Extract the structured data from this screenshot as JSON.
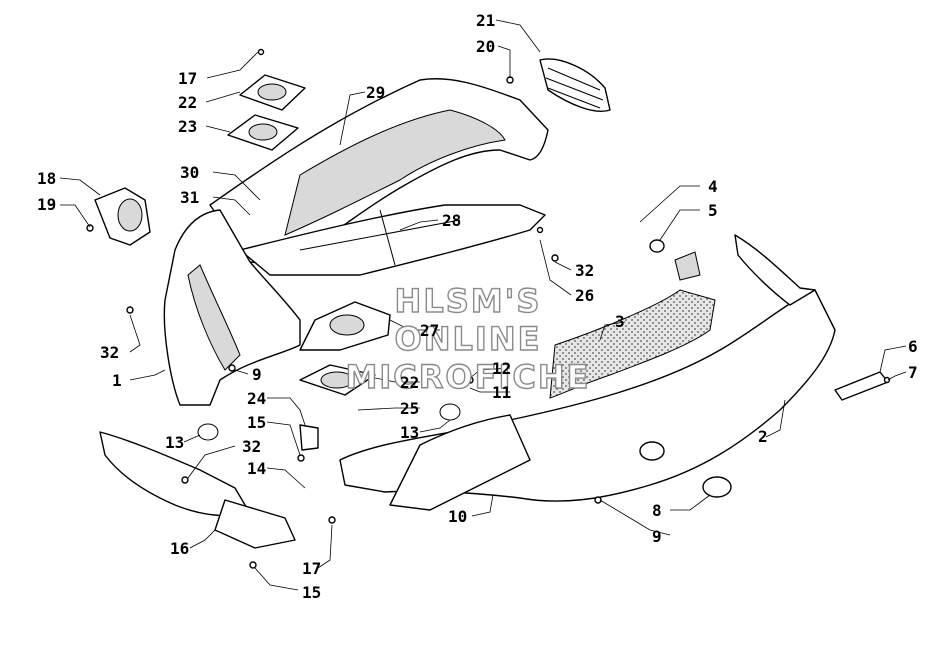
{
  "watermark": [
    "HLSM'S",
    "ONLINE",
    "MICROFICHE"
  ],
  "callouts": [
    "1",
    "2",
    "3",
    "4",
    "5",
    "6",
    "7",
    "8",
    "9",
    "9",
    "10",
    "11",
    "12",
    "13",
    "13",
    "14",
    "15",
    "15",
    "16",
    "17",
    "17",
    "18",
    "19",
    "20",
    "21",
    "22",
    "22",
    "23",
    "24",
    "25",
    "26",
    "27",
    "28",
    "29",
    "30",
    "31",
    "32",
    "32",
    "32"
  ]
}
